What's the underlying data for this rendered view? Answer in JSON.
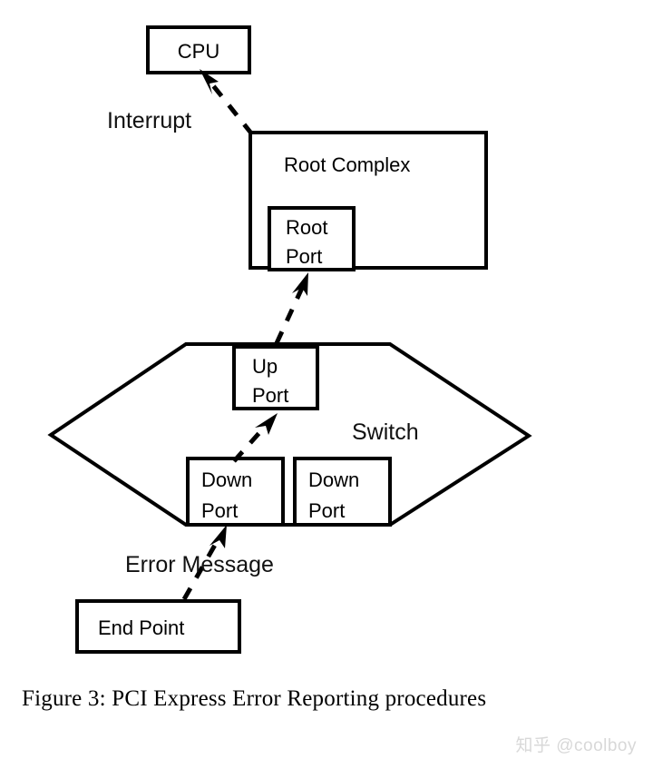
{
  "figure": {
    "caption": "Figure 3: PCI Express Error Reporting procedures",
    "watermark": "知乎 @coolboy"
  },
  "colors": {
    "stroke": "#000000",
    "fill": "#ffffff",
    "text": "#000000",
    "watermark": "#d8d8d8"
  },
  "nodes": {
    "cpu": {
      "label": "CPU"
    },
    "root_complex": {
      "label": "Root Complex"
    },
    "root_port": {
      "label_line1": "Root",
      "label_line2": "Port"
    },
    "switch": {
      "label": "Switch"
    },
    "up_port": {
      "label_line1": "Up",
      "label_line2": "Port"
    },
    "down_port_left": {
      "label_line1": "Down",
      "label_line2": "Port"
    },
    "down_port_right": {
      "label_line1": "Down",
      "label_line2": "Port"
    },
    "end_point": {
      "label": "End Point"
    }
  },
  "edges": {
    "interrupt": {
      "label": "Interrupt"
    },
    "error_message": {
      "label": "Error Message"
    }
  }
}
